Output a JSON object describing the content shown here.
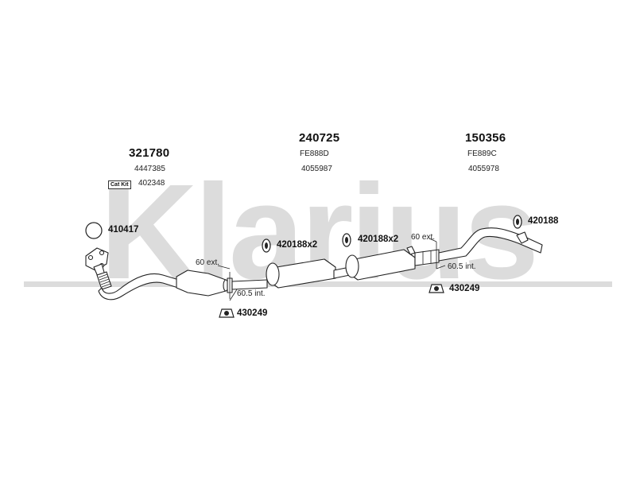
{
  "watermark": {
    "text": "Klarius",
    "color": "#dcdcdc"
  },
  "sections": [
    {
      "part_number": "321780",
      "codes": [
        "4447385"
      ],
      "catkit_badge": "Cat Kit",
      "catkit_code": "402348"
    },
    {
      "part_number": "240725",
      "codes": [
        "FE888D",
        "4055987"
      ]
    },
    {
      "part_number": "150356",
      "codes": [
        "FE889C",
        "4055978"
      ]
    }
  ],
  "callouts": [
    {
      "label": "410417",
      "icon": "gasket-ring-icon"
    },
    {
      "label": "420188x2",
      "icon": "rubber-hanger-icon"
    },
    {
      "label": "420188x2",
      "icon": "rubber-hanger-icon"
    },
    {
      "label": "420188",
      "icon": "rubber-hanger-icon"
    },
    {
      "label": "430249",
      "icon": "pipe-clamp-icon"
    },
    {
      "label": "430249",
      "icon": "pipe-clamp-icon"
    }
  ],
  "dimensions": [
    {
      "text": "60 ext."
    },
    {
      "text": "60.5 int."
    },
    {
      "text": "60 ext."
    },
    {
      "text": "60.5 int."
    }
  ],
  "colors": {
    "line": "#222222",
    "watermark": "#dcdcdc",
    "part_fill": "#ffffff"
  }
}
